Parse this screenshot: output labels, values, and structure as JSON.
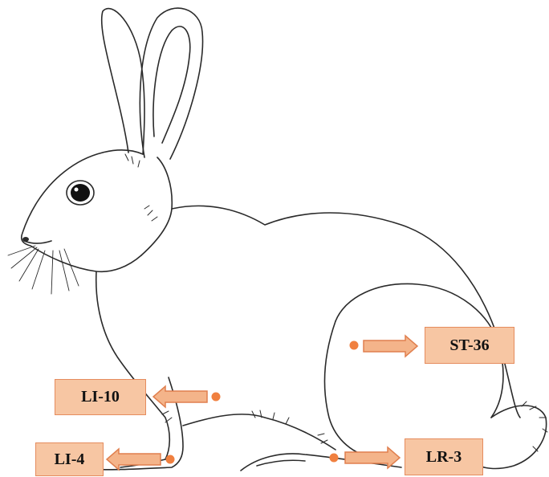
{
  "figure": {
    "subject": "rabbit line drawing with acupoint markers",
    "colors": {
      "line": "#2a2a2a",
      "point": "#f08040",
      "box_fill": "#f7c6a3",
      "box_border": "#e58c5e",
      "arrow_fill": "#f4b48a",
      "arrow_stroke": "#e07f4e"
    }
  },
  "acupoints": [
    {
      "id": "ST-36",
      "label": "ST-36"
    },
    {
      "id": "LI-10",
      "label": "LI-10"
    },
    {
      "id": "LI-4",
      "label": "LI-4"
    },
    {
      "id": "LR-3",
      "label": "LR-3"
    }
  ]
}
